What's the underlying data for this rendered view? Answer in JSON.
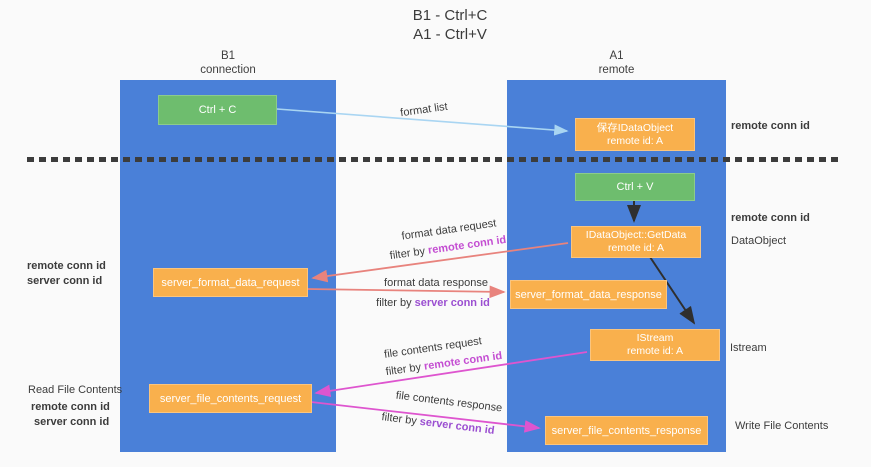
{
  "title": {
    "line1": "B1 - Ctrl+C",
    "line2": "A1 - Ctrl+V"
  },
  "lanes": {
    "left": {
      "name": "B1",
      "subtitle": "connection"
    },
    "right": {
      "name": "A1",
      "subtitle": "remote"
    }
  },
  "nodes": {
    "ctrl_c": "Ctrl + C",
    "ctrl_v": "Ctrl + V",
    "save_idataobject": {
      "line1": "保存IDataObject",
      "line2": "remote id: A"
    },
    "getdata": {
      "line1": "IDataObject::GetData",
      "line2": "remote id: A"
    },
    "istream": {
      "line1": "IStream",
      "line2": "remote id: A"
    },
    "server_format_data_request": "server_format_data_request",
    "server_format_data_response": "server_format_data_response",
    "server_file_contents_request": "server_file_contents_request",
    "server_file_contents_response": "server_file_contents_response"
  },
  "flow_labels": {
    "format_list": "format list",
    "format_data_request": "format data request",
    "format_data_response": "format data response",
    "file_contents_request": "file contents request",
    "file_contents_response": "file contents response",
    "filter_by": "filter by",
    "remote_conn_id": "remote conn id",
    "server_conn_id": "server conn id"
  },
  "side_labels": {
    "remote_conn_id": "remote conn id",
    "server_conn_id": "server conn id",
    "dataobject": "DataObject",
    "istream": "Istream",
    "read_file_contents": "Read File Contents",
    "write_file_contents": "Write File Contents"
  },
  "colors": {
    "lane_blue": "#4a80d8",
    "box_orange": "#f9b04d",
    "box_green": "#6ebd6e",
    "arrow_light_blue": "#a9d5f2",
    "arrow_salmon": "#e8837d",
    "arrow_magenta": "#de55cf",
    "arrow_black": "#2f2f2f",
    "text_purple": "#a94ecb",
    "text_magenta": "#c44ed2",
    "text_green": "#56ad56",
    "background": "#fafafa"
  }
}
